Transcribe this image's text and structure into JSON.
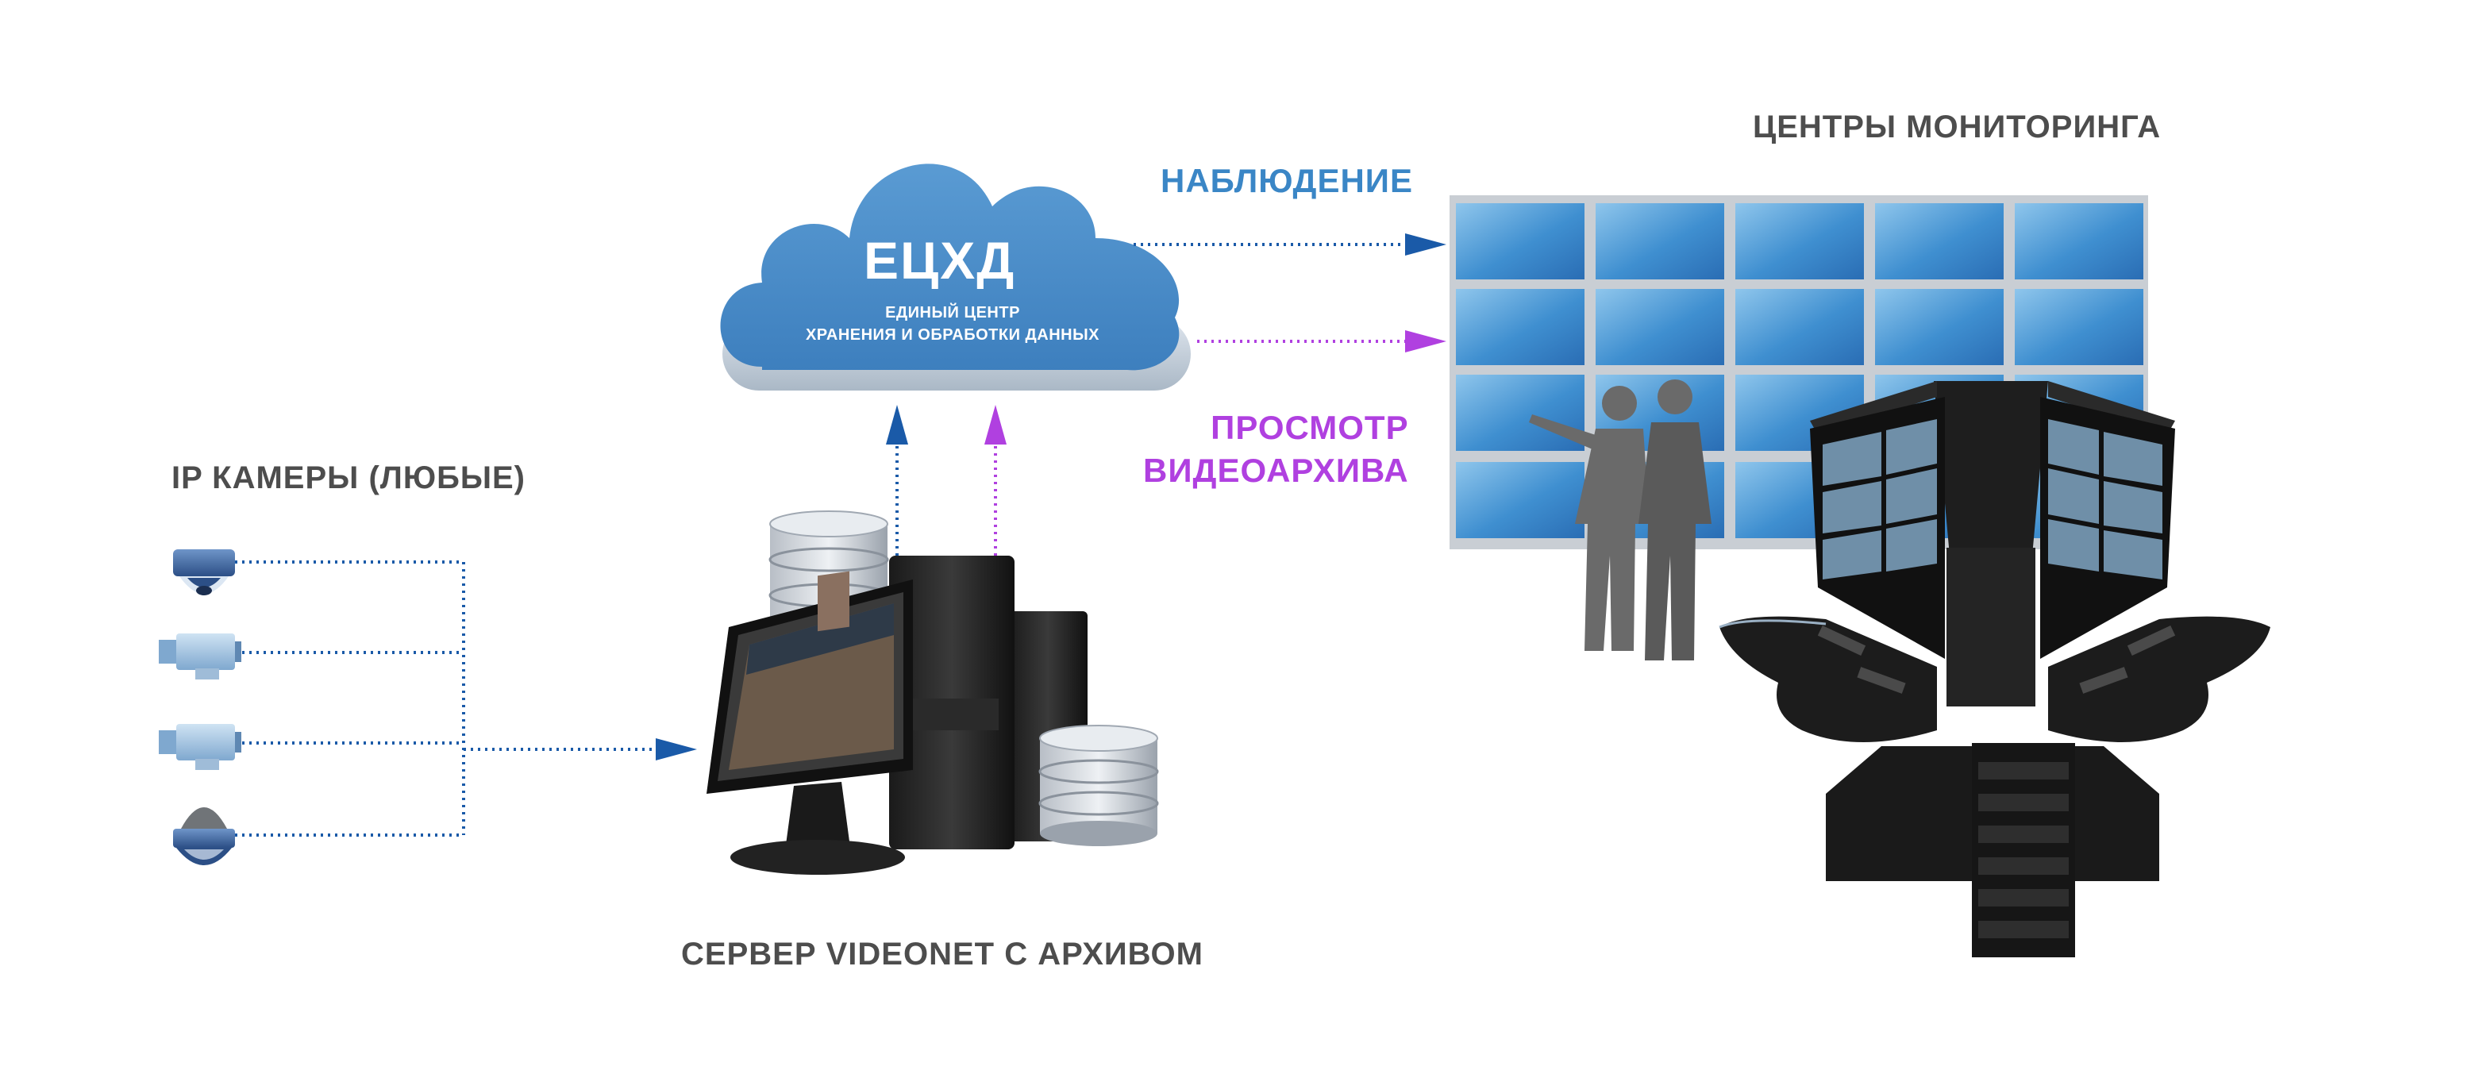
{
  "labels": {
    "cameras_title": "IP КАМЕРЫ (ЛЮБЫЕ)",
    "server_title": "СЕРВЕР VIDEONET С АРХИВОМ",
    "monitoring_title": "ЦЕНТРЫ МОНИТОРИНГА",
    "observation": "НАБЛЮДЕНИЕ",
    "archive_line1": "ПРОСМОТР",
    "archive_line2": "ВИДЕОАРХИВА"
  },
  "cloud": {
    "name": "ЕЦХД",
    "subtitle_line1": "ЕДИНЫЙ ЦЕНТР",
    "subtitle_line2": "ХРАНЕНИЯ И ОБРАБОТКИ ДАННЫХ"
  },
  "colors": {
    "blue_flow": "#1a5aa8",
    "purple_flow": "#b040e0",
    "cloud_blue": "#4a8ec8",
    "label_gray": "#4d4d4d",
    "observation_blue": "#3a86c6"
  },
  "cameras": [
    {
      "type": "dome-camera"
    },
    {
      "type": "box-camera"
    },
    {
      "type": "box-camera"
    },
    {
      "type": "ptz-dome-camera"
    }
  ],
  "icons": {
    "cloud": "cloud-icon",
    "server": "server-workstation",
    "database": "database-icon",
    "video_wall": "video-wall",
    "control_room": "monitoring-console",
    "people": "people-silhouette"
  }
}
